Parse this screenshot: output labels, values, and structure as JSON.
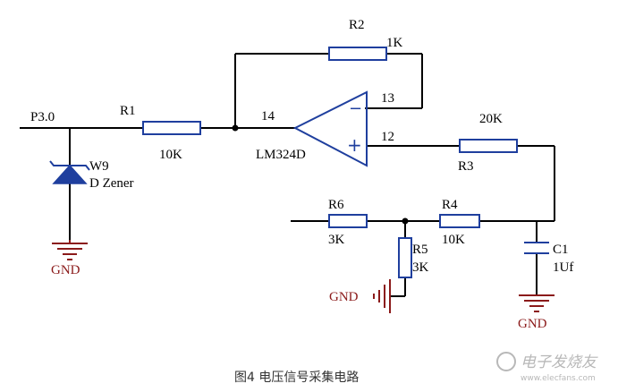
{
  "caption": "图4  电压信号采集电路",
  "watermark": {
    "text": "电子发烧友",
    "url": "www.elecfans.com"
  },
  "labels": {
    "p30": "P3.0",
    "r1": "R1",
    "r1_val": "10K",
    "r2": "R2",
    "r2_val": "1K",
    "r3": "R3",
    "r3_val": "20K",
    "r4": "R4",
    "r4_val": "10K",
    "r5": "R5",
    "r5_val": "3K",
    "r6": "R6",
    "r6_val": "3K",
    "c1": "C1",
    "c1_val": "1Uf",
    "w9": "W9",
    "zener": "D Zener",
    "opamp": "LM324D",
    "pin14": "14",
    "pin13": "13",
    "pin12": "12",
    "minus": "−",
    "plus": "+",
    "gnd1": "GND",
    "gnd2": "GND",
    "gnd3": "GND"
  },
  "colors": {
    "wire": "#000000",
    "component": "#1f3f9e",
    "ground": "#8b1a1a"
  }
}
